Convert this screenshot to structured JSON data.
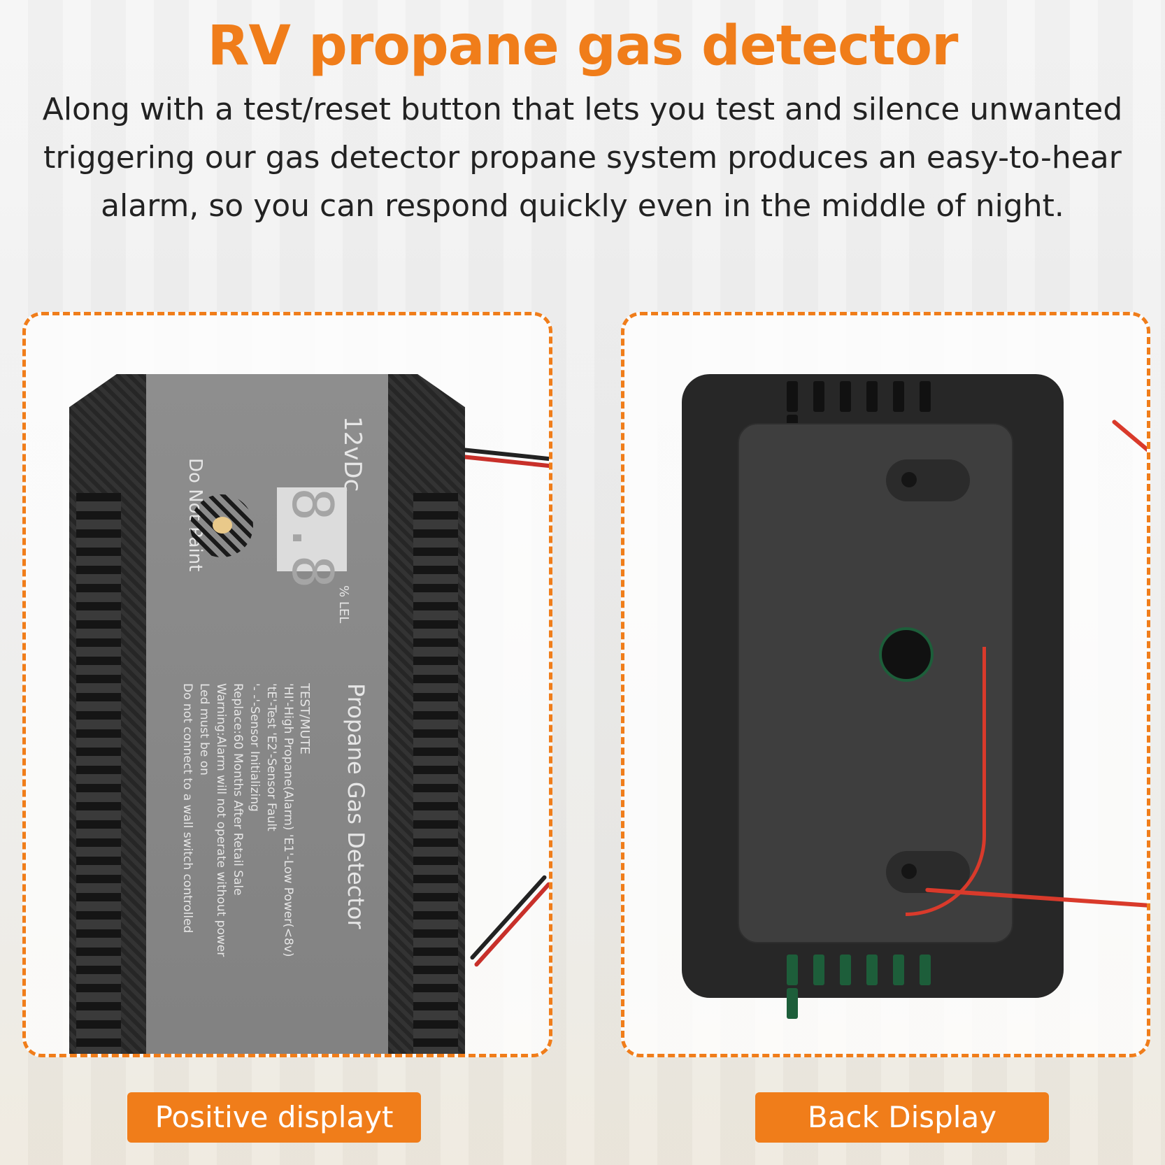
{
  "header": {
    "title": "RV propane gas detector",
    "description": "Along with a test/reset button that lets you test and silence unwanted triggering our gas detector propane system produces an easy-to-hear alarm, so you can respond quickly even in the middle of night."
  },
  "front_device": {
    "voltage": "12vDc",
    "do_not_paint": "Do Not Paint",
    "display": "8.8",
    "unit": "% LEL",
    "product": "Propane Gas Detector",
    "button": "TEST/MUTE",
    "legend": [
      "'HI'-High Propane(Alarm)   'E1'-Low Power(<8v)",
      "'tE'-Test            'E2'-Sensor Fault",
      "'- -'-Sensor Initializing",
      "Replace:60 Months After Retail Sale",
      "Warning:Alarm will not operate without power",
      "Led must be on",
      "Do not connect to a wall switch controlled"
    ]
  },
  "labels": {
    "front": "Positive displayt",
    "back": "Back Display"
  },
  "colors": {
    "accent": "#f07d1a",
    "text": "#222222"
  }
}
